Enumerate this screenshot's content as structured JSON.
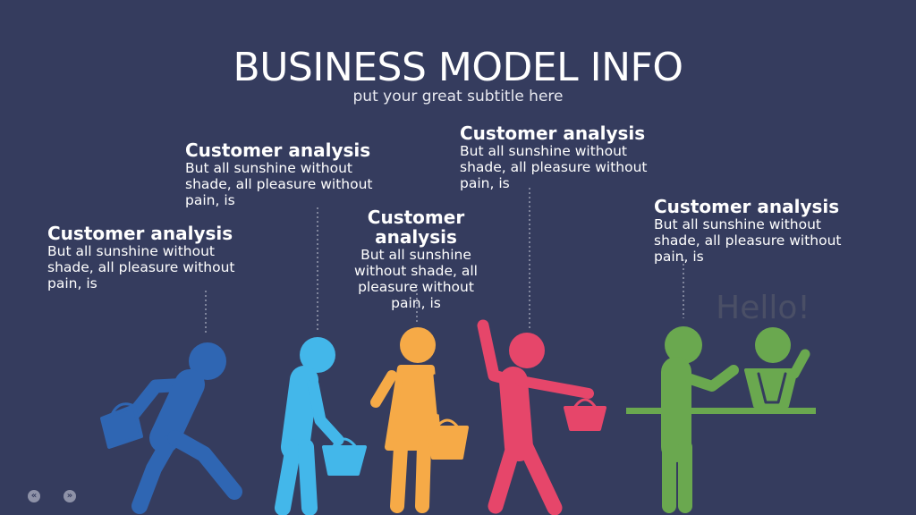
{
  "title": "BUSINESS MODEL INFO",
  "subtitle": "put your great subtitle here",
  "callouts": [
    {
      "heading": "Customer analysis",
      "body": "But all sunshine without shade, all pleasure without pain, is"
    },
    {
      "heading": "Customer analysis",
      "body": "But all sunshine without shade, all pleasure without pain, is"
    },
    {
      "heading": "Customer analysis",
      "body": "But all sunshine without shade, all pleasure without pain, is"
    },
    {
      "heading": "Customer analysis",
      "body": "But all sunshine without shade, all pleasure without pain, is"
    },
    {
      "heading": "Customer analysis",
      "body": "But all sunshine without shade, all pleasure without pain, is"
    }
  ],
  "watermark": "Hello!",
  "nav": {
    "prev": "«",
    "next": "»"
  },
  "colors": {
    "background": "#353c5e",
    "figure1": "#2f66b3",
    "figure2": "#43b7ea",
    "figure3": "#f6aa47",
    "figure4": "#e6466a",
    "figure5": "#6aa84f"
  },
  "icons": [
    "person-with-basket-icon",
    "shopkeeper-icon"
  ]
}
